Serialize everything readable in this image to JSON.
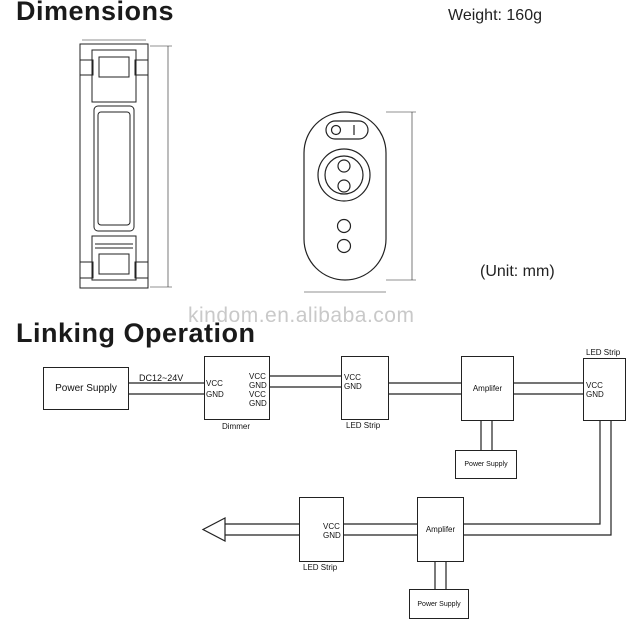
{
  "dimensions": {
    "title": "Dimensions",
    "weight": "Weight: 160g",
    "unit": "(Unit: mm)"
  },
  "watermark": "kindom.en.alibaba.com",
  "linking": {
    "title": "Linking Operation",
    "input_voltage": "DC12~24V",
    "power_supply_main": "Power Supply",
    "power_supply_small": "Power Supply",
    "dimmer_label": "Dimmer",
    "amplifier_label": "Amplifer",
    "led_strip_label": "LED Strip",
    "vcc": "VCC",
    "gnd": "GND"
  }
}
